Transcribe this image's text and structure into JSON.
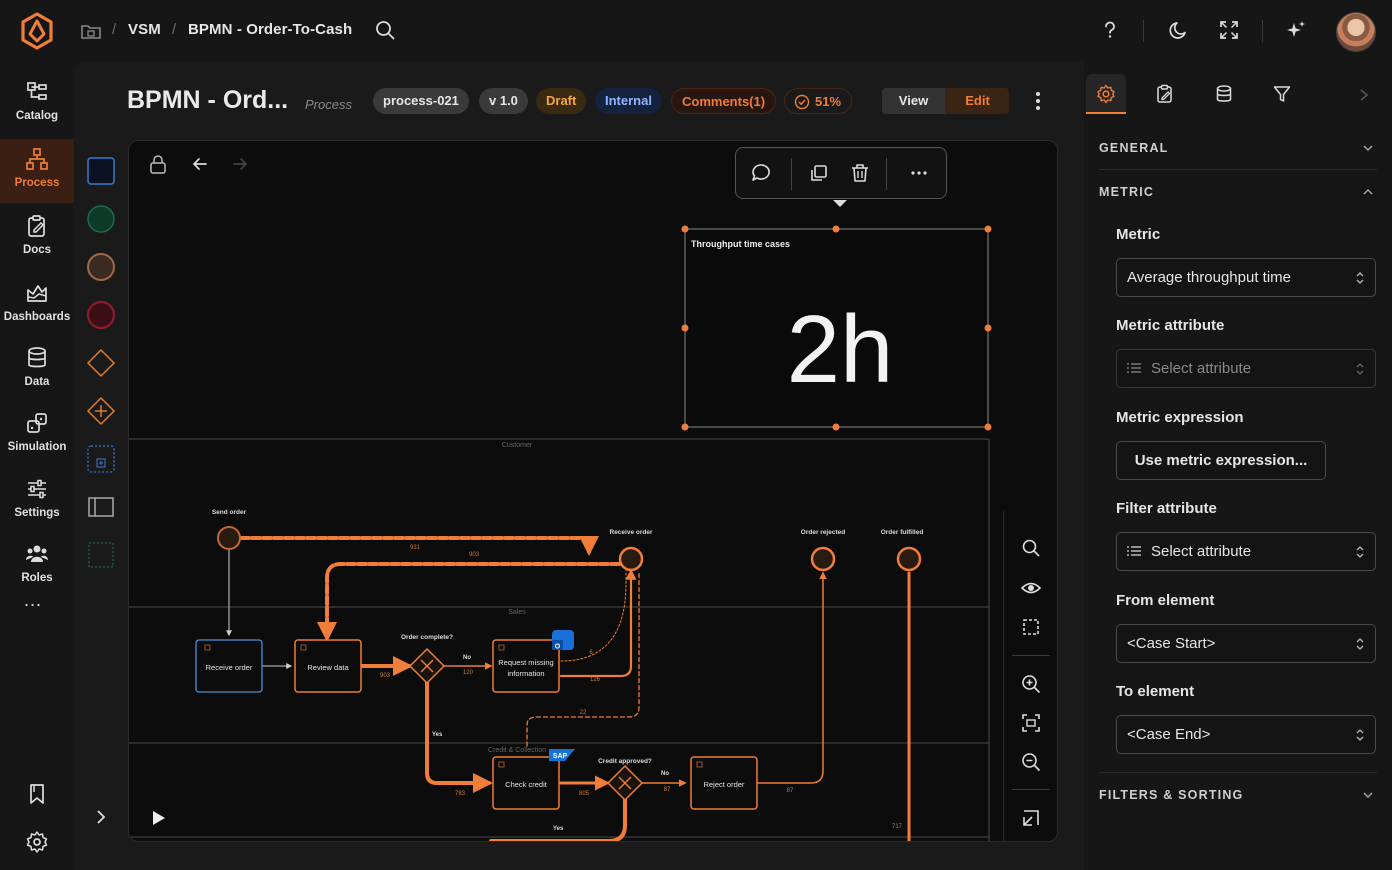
{
  "breadcrumb": {
    "root": "VSM",
    "current": "BPMN - Order-To-Cash"
  },
  "rail": {
    "items": [
      {
        "label": "Catalog",
        "icon": "catalog-icon"
      },
      {
        "label": "Process",
        "icon": "process-icon"
      },
      {
        "label": "Docs",
        "icon": "docs-icon"
      },
      {
        "label": "Dashboards",
        "icon": "dashboards-icon"
      },
      {
        "label": "Data",
        "icon": "data-icon"
      },
      {
        "label": "Simulation",
        "icon": "simulation-icon"
      },
      {
        "label": "Settings",
        "icon": "settings-sliders-icon"
      },
      {
        "label": "Roles",
        "icon": "roles-icon"
      }
    ],
    "more": "..."
  },
  "header": {
    "title": "BPMN - Ord...",
    "subtitle": "Process",
    "tags": {
      "id": "process-021",
      "version": "v 1.0",
      "status": "Draft",
      "visibility": "Internal",
      "comments": "Comments(1)",
      "score": "51%"
    },
    "view_label": "View",
    "edit_label": "Edit"
  },
  "metric_widget": {
    "title": "Throughput time cases",
    "value": "2h"
  },
  "diagram": {
    "lanes": [
      "Customer",
      "Sales",
      "Credit & Collection"
    ],
    "events": {
      "send_order": "Send order",
      "receive_order": "Receive order",
      "order_rejected": "Order rejected",
      "order_fulfilled": "Order fulfilled"
    },
    "tasks": {
      "receive_order": "Receive order",
      "review_data": "Review data",
      "request_missing_1": "Request missing",
      "request_missing_2": "information",
      "check_credit": "Check credit",
      "reject_order": "Reject order"
    },
    "gateways": {
      "order_complete": "Order complete?",
      "credit_approved": "Credit approved?"
    },
    "flow_labels": {
      "f931": "931",
      "f903a": "903",
      "f903b": "903",
      "f120": "120",
      "f126": "126",
      "f6": "6",
      "f22": "22",
      "f783": "783",
      "f805": "805",
      "f87a": "87",
      "f87b": "87",
      "f717": "717",
      "no1": "No",
      "yes1": "Yes",
      "no2": "No",
      "yes2": "Yes"
    },
    "badge_sap": "SAP"
  },
  "right_panel": {
    "sections": {
      "general": "GENERAL",
      "metric": "METRIC",
      "filters": "FILTERS & SORTING"
    },
    "fields": {
      "metric_label": "Metric",
      "metric_value": "Average throughput time",
      "metric_attribute_label": "Metric attribute",
      "metric_attribute_value": "Select attribute",
      "metric_expression_label": "Metric expression",
      "metric_expression_button": "Use metric expression...",
      "filter_attribute_label": "Filter attribute",
      "filter_attribute_value": "Select attribute",
      "from_element_label": "From element",
      "from_element_value": "<Case Start>",
      "to_element_label": "To element",
      "to_element_value": "<Case End>"
    }
  },
  "colors": {
    "accent": "#f07d3a",
    "background": "#161616",
    "canvas": "#0c0c0c",
    "task_blue": "#4a8fd8"
  }
}
